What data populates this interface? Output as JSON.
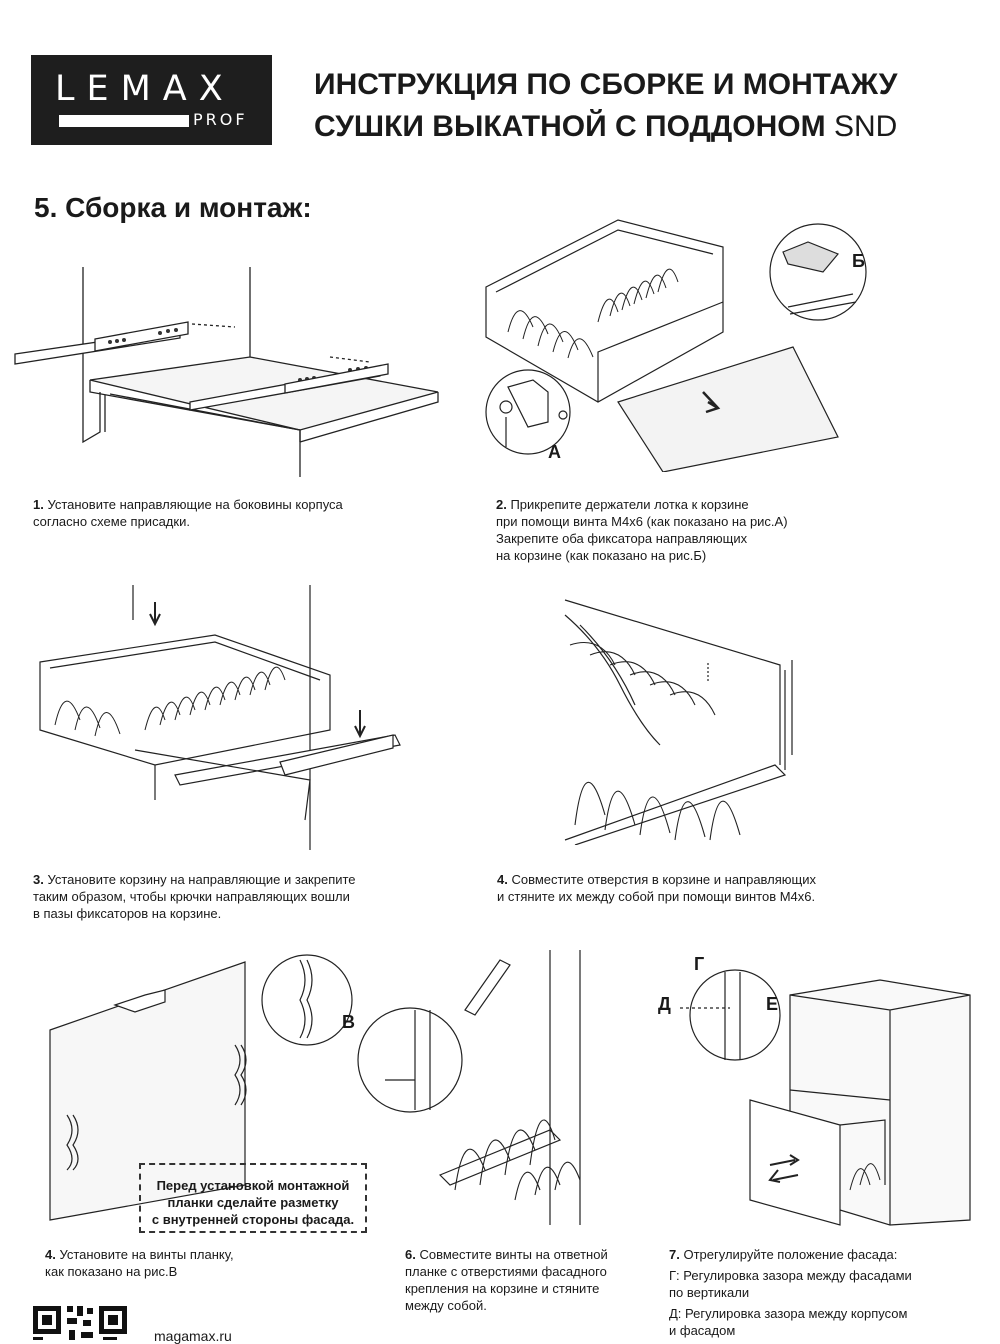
{
  "brand": {
    "name": "LEMAX",
    "sub": "PROF"
  },
  "title": {
    "line1": "ИНСТРУКЦИЯ ПО СБОРКЕ И МОНТАЖУ",
    "line2_bold": "СУШКИ ВЫКАТНОЙ С ПОДДОНОМ",
    "line2_light": " SND"
  },
  "section": "5. Сборка и монтаж:",
  "labels": {
    "a": "А",
    "b": "Б",
    "v": "В",
    "g": "Г",
    "d": "Д",
    "e": "Е"
  },
  "steps": [
    {
      "num": "1.",
      "lines": [
        " Установите направляющие на боковины корпуса",
        "согласно схеме присадки."
      ]
    },
    {
      "num": "2.",
      "lines": [
        " Прикрепите держатели лотка к корзине",
        "при помощи винта М4х6 (как показано на рис.А)",
        "Закрепите оба фиксатора направляющих",
        "на корзине (как показано на рис.Б)"
      ]
    },
    {
      "num": "3.",
      "lines": [
        " Установите корзину на направляющие и закрепите",
        " таким образом, чтобы крючки направляющих вошли",
        "в пазы фиксаторов на корзине."
      ]
    },
    {
      "num": "4.",
      "lines": [
        " Совместите отверстия в корзине и направляющих",
        "и стяните их между собой при помощи винтов М4х6."
      ]
    },
    {
      "num": "4.",
      "lines": [
        " Установите на винты планку,",
        "как показано на рис.В"
      ]
    },
    {
      "num": "6.",
      "lines": [
        " Совместите винты на ответной",
        "планке с отверстиями фасадного",
        "крепления на корзине и стяните",
        "между собой."
      ]
    },
    {
      "num": "7.",
      "lines": [
        " Отрегулируйте положение фасада:",
        "Г: Регулировка зазора между фасадами",
        "по вертикали",
        "Д: Регулировка зазора между корпусом",
        " и фасадом"
      ]
    }
  ],
  "note": {
    "lines": [
      "Перед установкой монтажной",
      "планки сделайте разметку",
      "с внутренней стороны фасада."
    ]
  },
  "website": "magamax.ru"
}
